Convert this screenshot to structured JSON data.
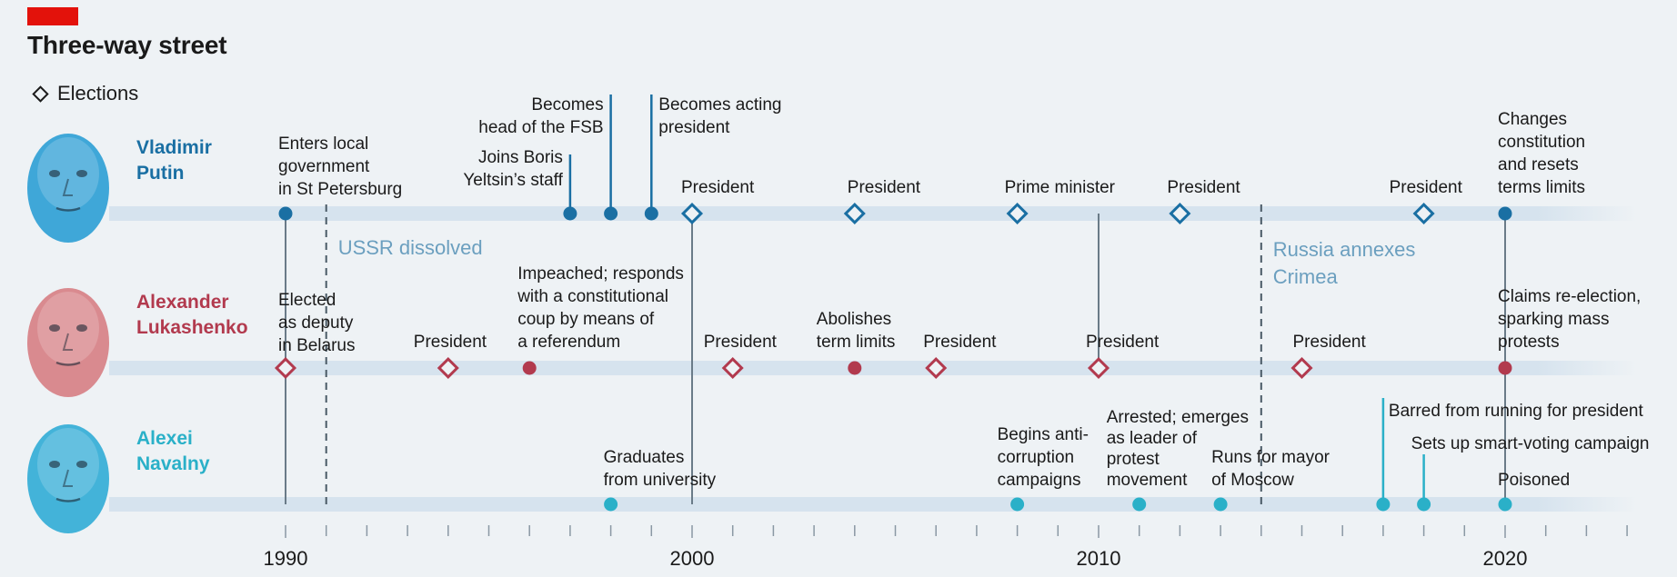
{
  "title": "Three-way street",
  "legend": {
    "elections_label": "Elections"
  },
  "colors": {
    "putin": "#1a6fa3",
    "lukashenko": "#b23a4e",
    "navalny": "#2ab0c8",
    "track": "#d6e3ee",
    "context": "#6b9fbf",
    "tag": "#e3120b"
  },
  "chart_data": {
    "type": "timeline",
    "x_axis": {
      "range": [
        1985,
        2023
      ],
      "tick_labels": [
        1990,
        2000,
        2010,
        2020
      ],
      "minor_tick_step": 1
    },
    "context_events": [
      {
        "year": 1991,
        "label": "USSR dissolved"
      },
      {
        "year": 2014,
        "label": "Russia annexes Crimea"
      }
    ],
    "people": [
      {
        "id": "putin",
        "name_lines": [
          "Vladimir",
          "Putin"
        ],
        "events": [
          {
            "year": 1990,
            "type": "event",
            "label": [
              "Enters local",
              "government",
              "in St Petersburg"
            ]
          },
          {
            "year": 1997,
            "type": "event",
            "label": [
              "Joins Boris",
              "Yeltsin’s staff"
            ]
          },
          {
            "year": 1998,
            "type": "event",
            "label": [
              "Becomes",
              "head of the FSB"
            ]
          },
          {
            "year": 1999,
            "type": "event",
            "label": [
              "Becomes acting",
              "president"
            ]
          },
          {
            "year": 2000,
            "type": "election",
            "label": [
              "President"
            ]
          },
          {
            "year": 2004,
            "type": "election",
            "label": [
              "President"
            ]
          },
          {
            "year": 2008,
            "type": "election",
            "label": [
              "Prime minister"
            ]
          },
          {
            "year": 2012,
            "type": "election",
            "label": [
              "President"
            ]
          },
          {
            "year": 2018,
            "type": "election",
            "label": [
              "President"
            ]
          },
          {
            "year": 2020,
            "type": "event",
            "label": [
              "Changes",
              "constitution",
              "and resets",
              "terms limits"
            ]
          }
        ]
      },
      {
        "id": "lukashenko",
        "name_lines": [
          "Alexander",
          "Lukashenko"
        ],
        "events": [
          {
            "year": 1990,
            "type": "election",
            "label": [
              "Elected",
              "as deputy",
              "in Belarus"
            ]
          },
          {
            "year": 1994,
            "type": "election",
            "label": [
              "President"
            ]
          },
          {
            "year": 1996,
            "type": "event",
            "label": [
              "Impeached; responds",
              "with a constitutional",
              "coup by means of",
              "a referendum"
            ]
          },
          {
            "year": 2001,
            "type": "election",
            "label": [
              "President"
            ]
          },
          {
            "year": 2004,
            "type": "event",
            "label": [
              "Abolishes",
              "term limits"
            ]
          },
          {
            "year": 2006,
            "type": "election",
            "label": [
              "President"
            ]
          },
          {
            "year": 2010,
            "type": "election",
            "label": [
              "President"
            ]
          },
          {
            "year": 2015,
            "type": "election",
            "label": [
              "President"
            ]
          },
          {
            "year": 2020,
            "type": "event",
            "label": [
              "Claims re-election,",
              "sparking mass",
              "protests"
            ]
          }
        ]
      },
      {
        "id": "navalny",
        "name_lines": [
          "Alexei",
          "Navalny"
        ],
        "events": [
          {
            "year": 1998,
            "type": "event",
            "label": [
              "Graduates",
              "from university"
            ]
          },
          {
            "year": 2008,
            "type": "event",
            "label": [
              "Begins anti-",
              "corruption",
              "campaigns"
            ]
          },
          {
            "year": 2011,
            "type": "event",
            "label": [
              "Arrested; emerges",
              "as leader of",
              "protest",
              "movement"
            ]
          },
          {
            "year": 2013,
            "type": "event",
            "label": [
              "Runs for mayor",
              "of Moscow"
            ]
          },
          {
            "year": 2017,
            "type": "event",
            "label": [
              "Barred from running for president"
            ]
          },
          {
            "year": 2018,
            "type": "event",
            "label": [
              "Sets up smart-voting campaign"
            ]
          },
          {
            "year": 2020,
            "type": "event",
            "label": [
              "Poisoned"
            ]
          }
        ]
      }
    ]
  }
}
